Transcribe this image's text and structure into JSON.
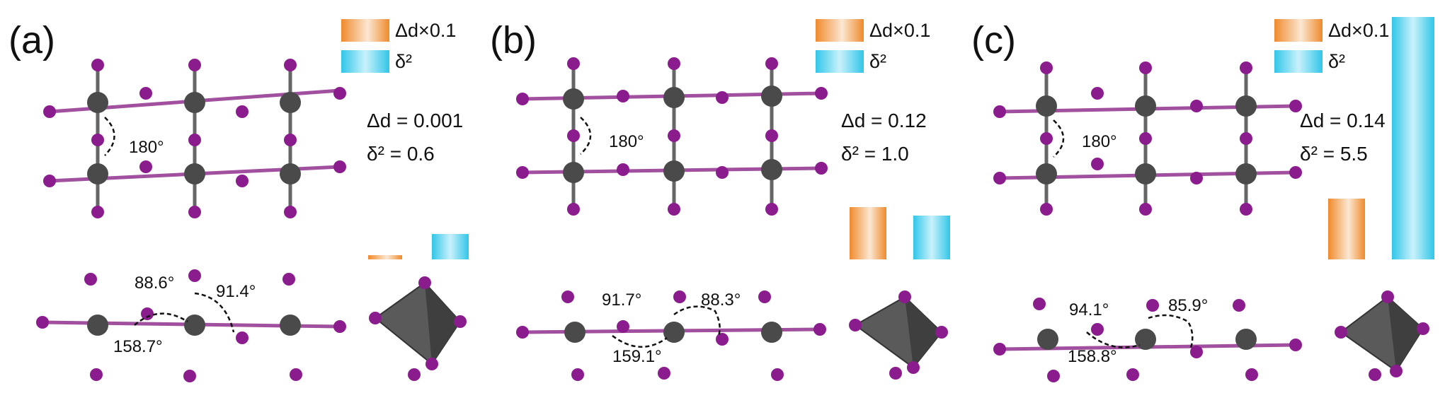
{
  "panels": [
    {
      "label": "(a)",
      "legend_d": "Δd×0.1",
      "legend_delta": "δ²",
      "dd_text": "Δd = 0.001",
      "delta_text": "δ²  = 0.6",
      "top_angle": "180°",
      "bottom_angles": [
        "88.6°",
        "91.4°",
        "158.7°"
      ],
      "bars": {
        "dd_x0_1": 0.0001,
        "delta2": 0.6
      }
    },
    {
      "label": "(b)",
      "legend_d": "Δd×0.1",
      "legend_delta": "δ²",
      "dd_text": "Δd = 0.12",
      "delta_text": "δ²  = 1.0",
      "top_angle": "180°",
      "bottom_angles": [
        "91.7°",
        "88.3°",
        "159.1°"
      ],
      "bars": {
        "dd_x0_1": 0.012,
        "delta2": 1.0
      }
    },
    {
      "label": "(c)",
      "legend_d": "Δd×0.1",
      "legend_delta": "δ²",
      "dd_text": "Δd = 0.14",
      "delta_text": "δ²  = 5.5",
      "top_angle": "180°",
      "bottom_angles": [
        "94.1°",
        "85.9°",
        "158.8°"
      ],
      "bars": {
        "dd_x0_1": 0.014,
        "delta2": 5.5
      }
    }
  ],
  "colors": {
    "metal_atom": "#4a4a4a",
    "halide_atom": "#8b1c8e",
    "bond": "#a0509e",
    "bar_dd": "#f08a2c",
    "bar_delta": "#31c6e8",
    "octahedron": "#5a5a5a"
  }
}
